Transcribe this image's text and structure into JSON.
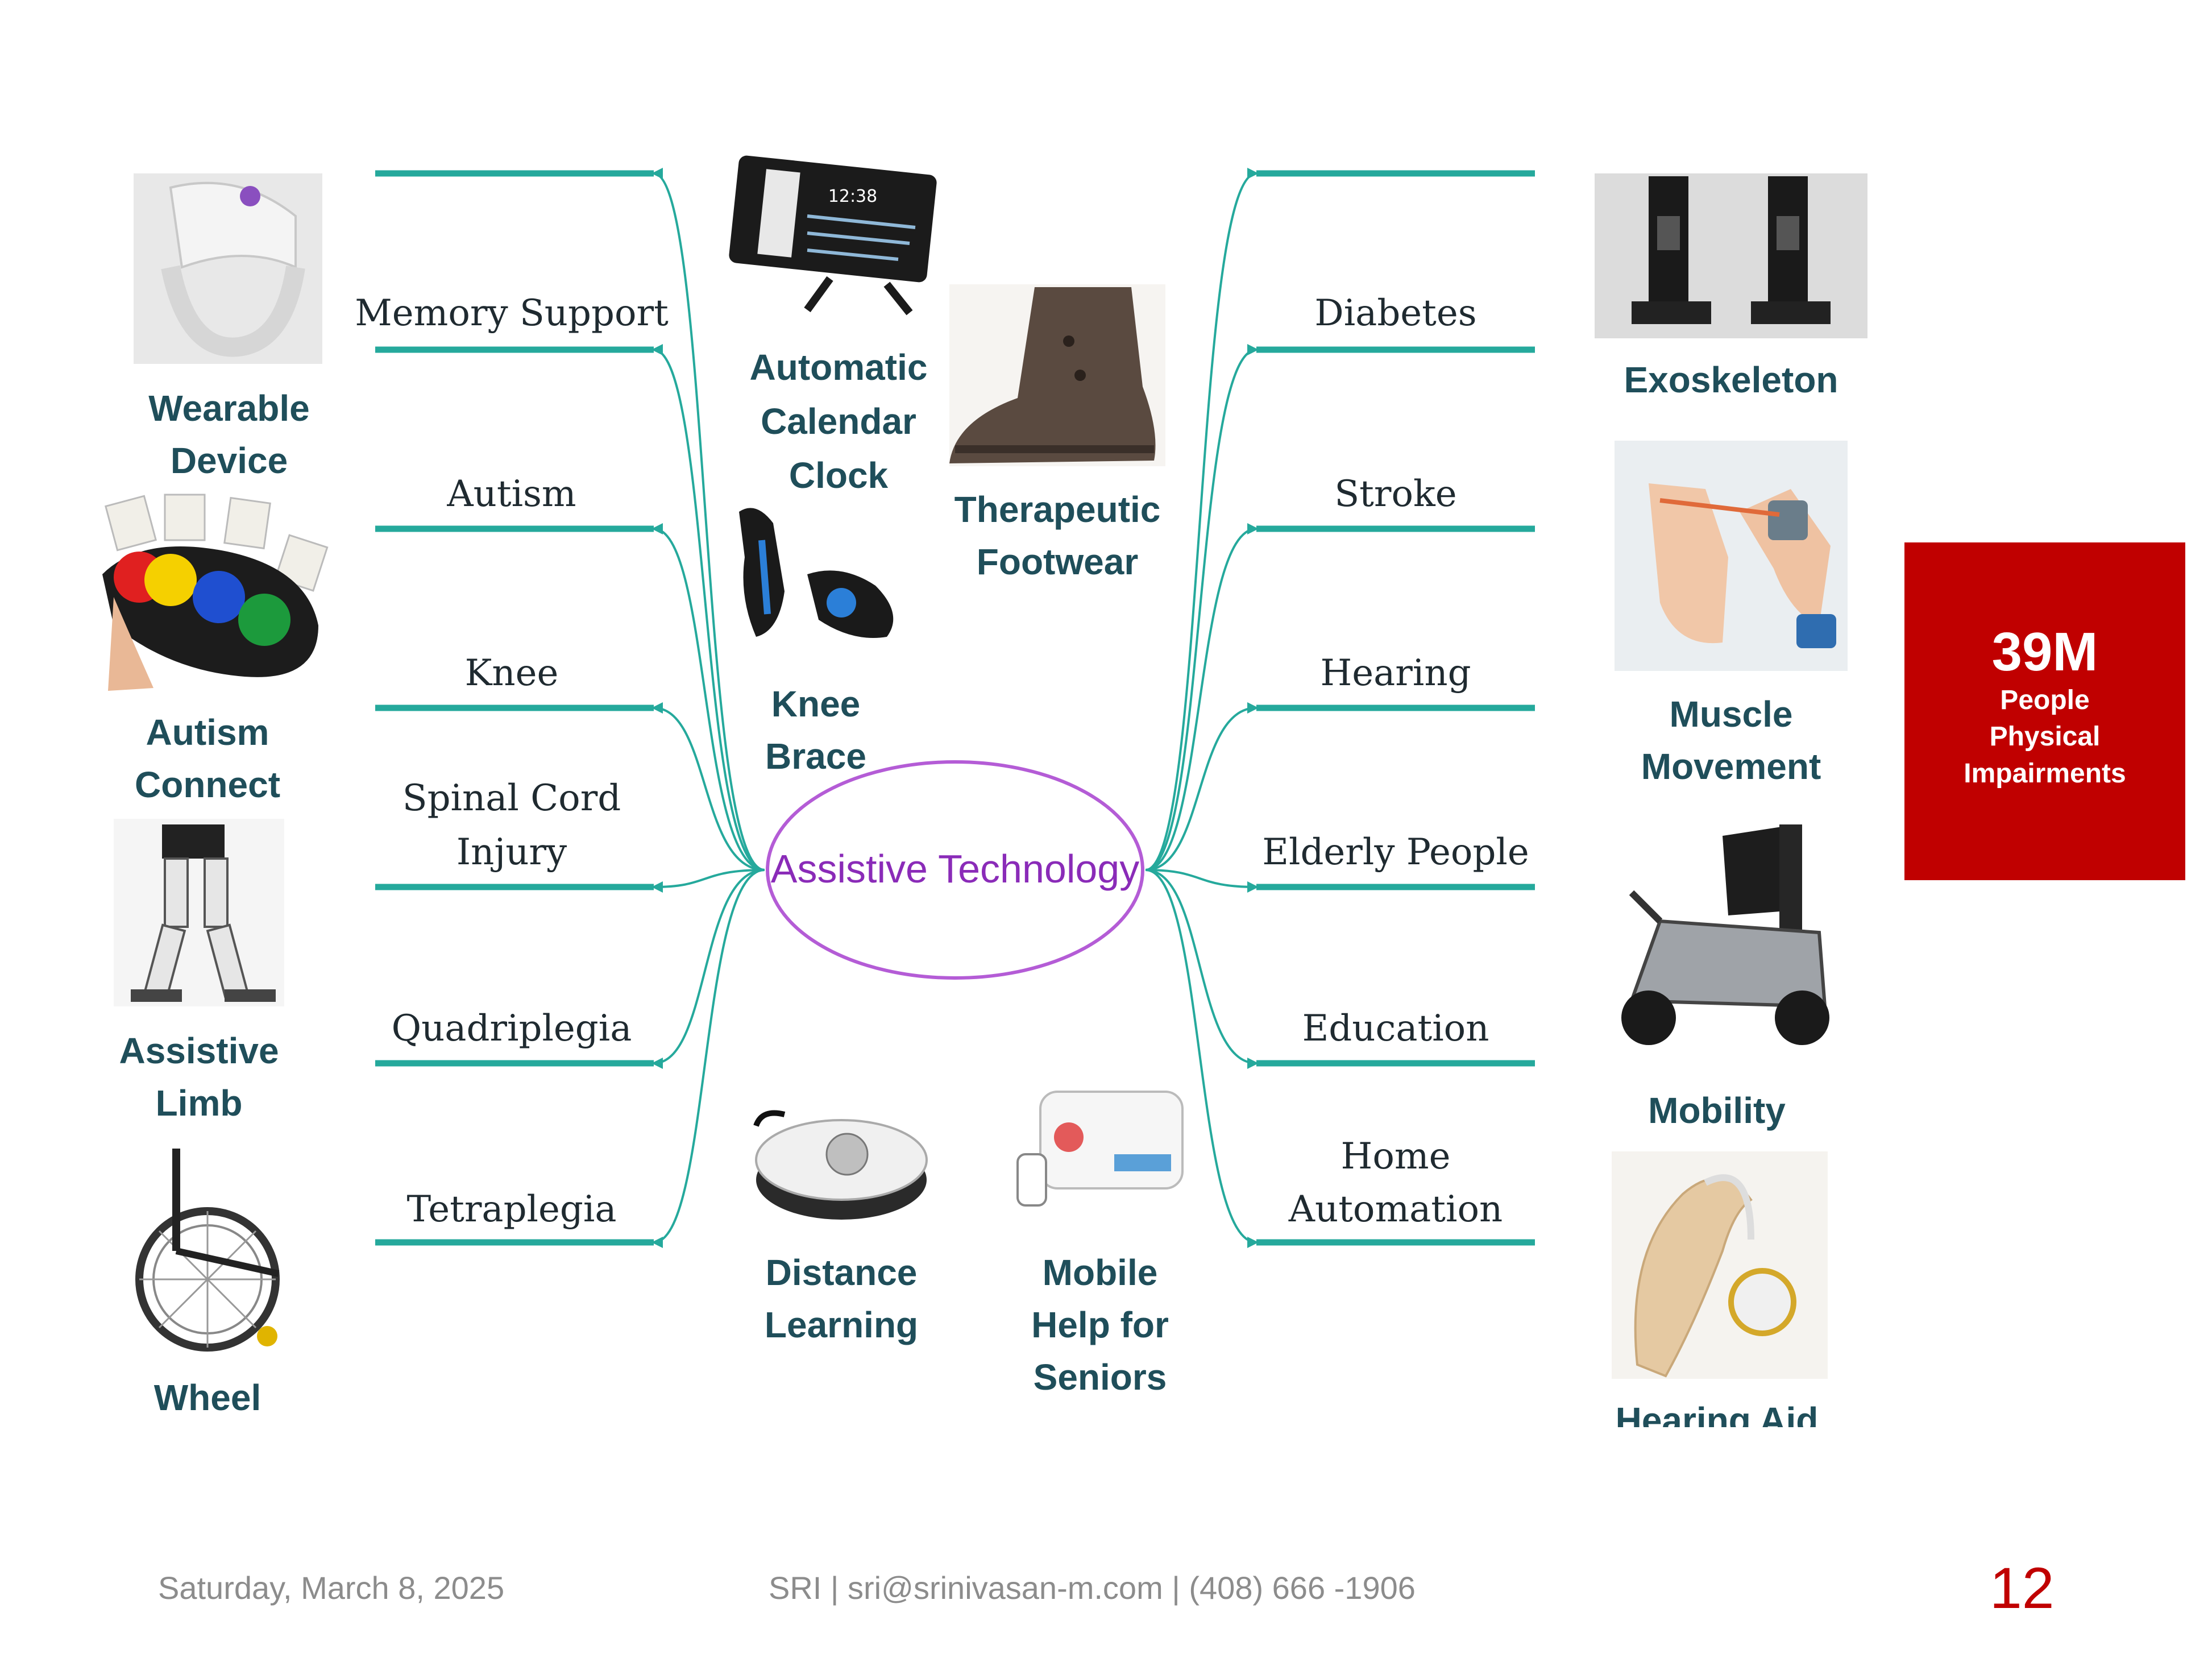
{
  "diagram": {
    "center": "Assistive Technology",
    "left_branches": [
      {
        "label": [
          "Memory Support"
        ]
      },
      {
        "label": [
          "Autism"
        ]
      },
      {
        "label": [
          "Knee"
        ]
      },
      {
        "label": [
          "Spinal Cord",
          "Injury"
        ]
      },
      {
        "label": [
          "Quadriplegia"
        ]
      },
      {
        "label": [
          "Tetraplegia"
        ]
      }
    ],
    "right_branches": [
      {
        "label": [
          "Diabetes"
        ]
      },
      {
        "label": [
          "Stroke"
        ]
      },
      {
        "label": [
          "Hearing"
        ]
      },
      {
        "label": [
          "Elderly People"
        ]
      },
      {
        "label": [
          "Education"
        ]
      },
      {
        "label": [
          "Home",
          "Automation"
        ]
      }
    ],
    "device_captions": {
      "wearable": [
        "Wearable",
        "Device"
      ],
      "autism_connect": [
        "Autism",
        "Connect"
      ],
      "assistive_limb": [
        "Assistive",
        "Limb"
      ],
      "wheel": [
        "Wheel"
      ],
      "calendar_clock": [
        "Automatic",
        "Calendar",
        "Clock"
      ],
      "knee_brace": [
        "Knee",
        "Brace"
      ],
      "footwear": [
        "Therapeutic",
        "Footwear"
      ],
      "distance_learning": [
        "Distance",
        "Learning"
      ],
      "mobile_help": [
        "Mobile",
        "Help for",
        "Seniors"
      ],
      "exoskeleton": [
        "Exoskeleton"
      ],
      "muscle_movement": [
        "Muscle",
        "Movement"
      ],
      "mobility": [
        "Mobility"
      ],
      "hearing_aid": [
        "Hearing Aid"
      ]
    },
    "clock_screen_time": "12:38"
  },
  "stat": {
    "value": "39M",
    "lines": [
      "People",
      "Physical",
      "Impairments"
    ]
  },
  "footer": {
    "date": "Saturday, March 8, 2025",
    "contact": "SRI | sri@srinivasan-m.com | (408) 666 -1906",
    "page_number": "12"
  },
  "colors": {
    "branch": "#25a99c",
    "center_ellipse": "#b45cd6",
    "stat_bg": "#c00000",
    "caption": "#1f4e5a"
  }
}
